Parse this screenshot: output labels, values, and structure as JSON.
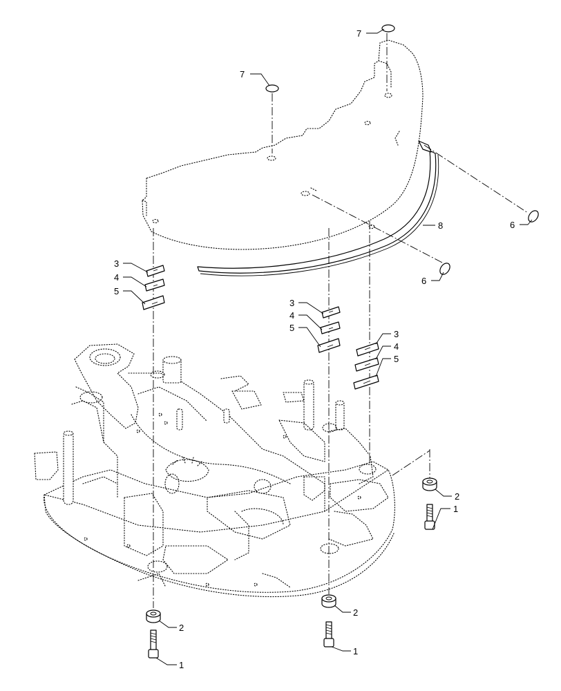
{
  "callouts": {
    "n1": "1",
    "n2": "2",
    "n3": "3",
    "n4": "4",
    "n5": "5",
    "n6": "6",
    "n7": "7",
    "n8": "8"
  }
}
